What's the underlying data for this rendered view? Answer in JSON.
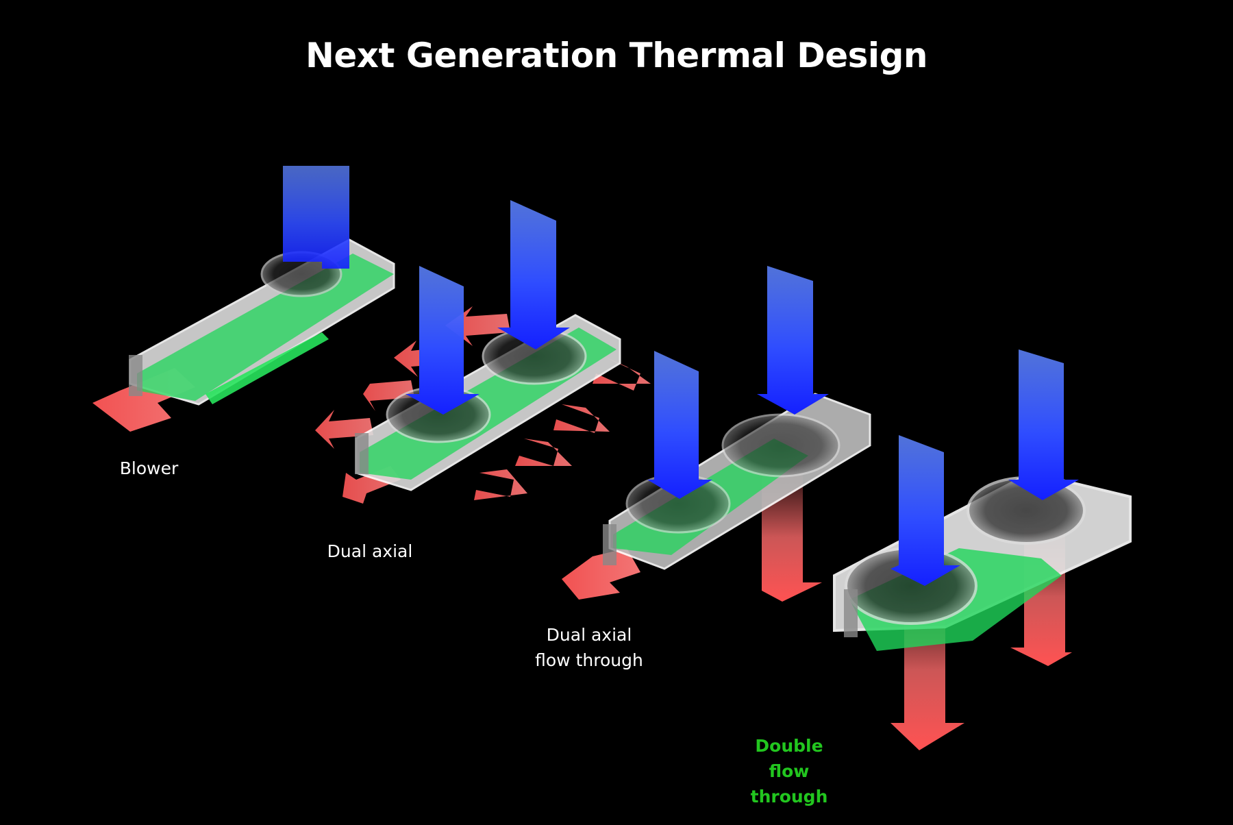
{
  "title": "Next Generation Thermal Design",
  "designs": [
    {
      "id": "blower",
      "lines": [
        "Blower"
      ],
      "highlight": false
    },
    {
      "id": "dual-axial",
      "lines": [
        "Dual axial"
      ],
      "highlight": false
    },
    {
      "id": "dual-axial-flow-through",
      "lines": [
        "Dual axial",
        "flow through"
      ],
      "highlight": false
    },
    {
      "id": "double-flow-through",
      "lines": [
        "Double",
        "flow through"
      ],
      "highlight": true
    }
  ],
  "colors": {
    "background": "#000000",
    "intake_air": "#2f5bff",
    "exhaust_air": "#ff5a5a",
    "pcb": "#1fd65a",
    "shroud": "#f2f2f2",
    "highlight_text": "#22c61f"
  }
}
